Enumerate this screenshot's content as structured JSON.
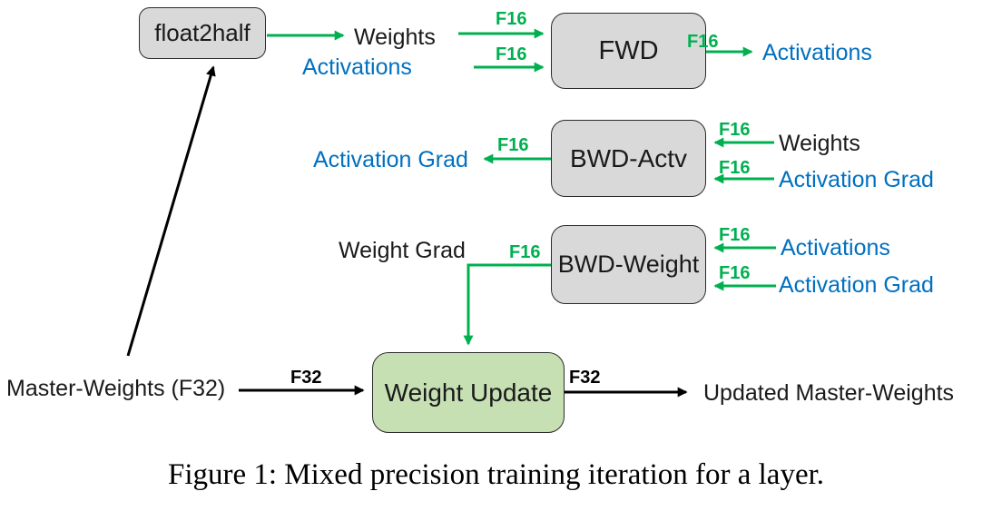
{
  "figure": {
    "caption": "Figure 1: Mixed precision training iteration for a layer."
  },
  "colors": {
    "arrow_green": "#00B050",
    "arrow_black": "#000000",
    "tensor_blue": "#0070C0",
    "op_box_fill": "#D9D9D9",
    "update_box_fill": "#C6E0B4"
  },
  "boxes": {
    "float2half": "float2half",
    "fwd": "FWD",
    "bwd_actv": "BWD-Actv",
    "bwd_weight": "BWD-Weight",
    "weight_update": "Weight Update"
  },
  "tags": {
    "f16": "F16",
    "f32": "F32"
  },
  "labels": {
    "weights": "Weights",
    "activations": "Activations",
    "activation_grad": "Activation Grad",
    "weight_grad": "Weight Grad",
    "master_weights": "Master-Weights (F32)",
    "updated_master_weights": "Updated Master-Weights"
  }
}
